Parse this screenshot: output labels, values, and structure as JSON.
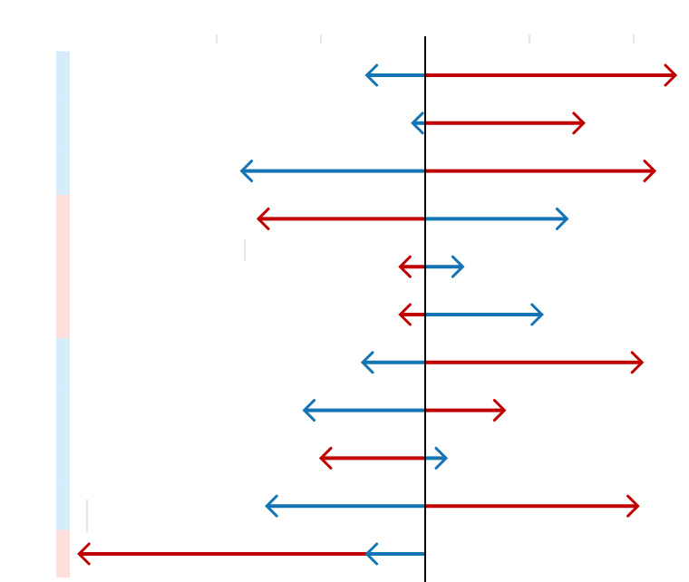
{
  "chart_data": {
    "type": "diverging-arrow",
    "title": "",
    "xlabel": "",
    "ylabel": "",
    "xlim": [
      -100,
      65
    ],
    "grid": false,
    "legend": "none",
    "colors": {
      "red": "#c00000",
      "blue": "#1474b4",
      "band_blue": "#d6ecfb",
      "band_red": "#fde0dc",
      "axis": "#000000",
      "tick": "#cccccc"
    },
    "row_bands": [
      "blue",
      "blue",
      "blue",
      "red",
      "red",
      "red",
      "blue",
      "blue",
      "blue",
      "blue",
      "red"
    ],
    "rows": [
      {
        "blue": -14,
        "red": 60
      },
      {
        "blue": -3,
        "red": 38
      },
      {
        "blue": -44,
        "red": 55
      },
      {
        "blue": 34,
        "red": -40
      },
      {
        "blue": 9,
        "red": -6
      },
      {
        "blue": 28,
        "red": -6
      },
      {
        "blue": -15,
        "red": 52
      },
      {
        "blue": -29,
        "red": 19
      },
      {
        "blue": 5,
        "red": -25
      },
      {
        "blue": -38,
        "red": 51
      },
      {
        "blue": -14,
        "red": -83
      }
    ]
  }
}
